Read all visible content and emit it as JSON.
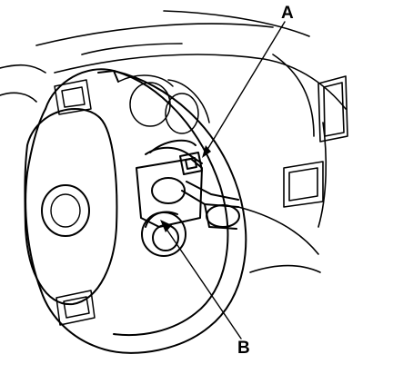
{
  "diagram": {
    "callouts": [
      {
        "id": "A",
        "label": "A"
      },
      {
        "id": "B",
        "label": "B"
      }
    ],
    "colors": {
      "ink": "#000000",
      "paper": "#ffffff"
    }
  }
}
